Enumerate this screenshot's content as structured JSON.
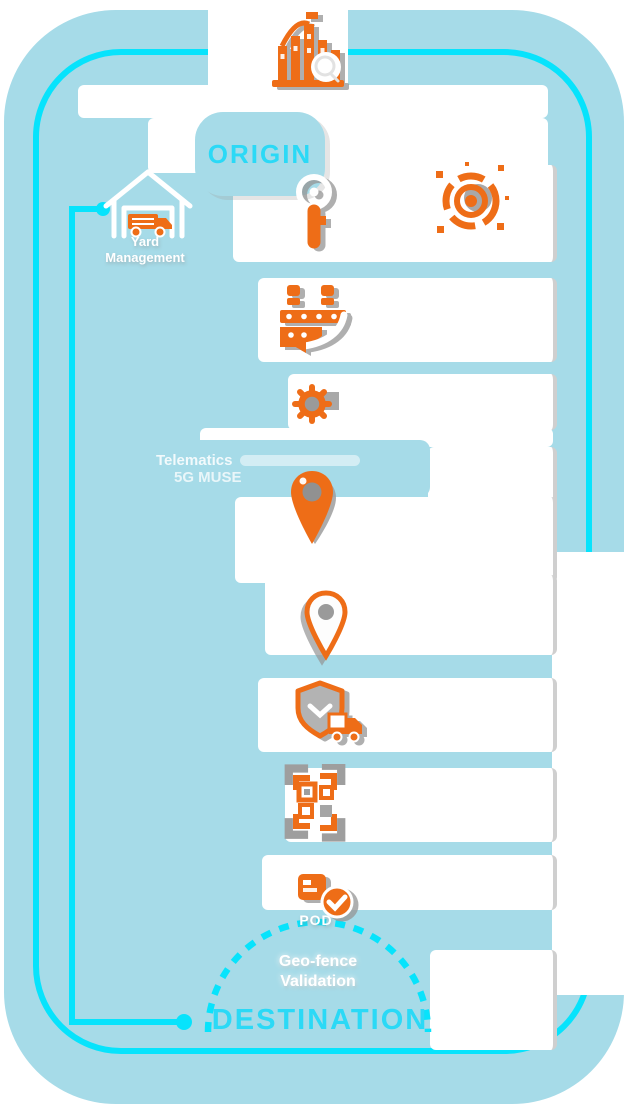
{
  "palette": {
    "background_blue": "#a6dbe8",
    "border_cyan": "#07e3fc",
    "accent_orange": "#ee6d17",
    "label_white": "#ffffff",
    "cyan_text": "#2bd9f6",
    "shadow_gray": "#9e9e9e"
  },
  "flow": {
    "origin": "ORIGIN",
    "destination": "DESTINATION",
    "geofence_line1": "Geo-fence",
    "geofence_line2": "Validation",
    "pod": "POD"
  },
  "stations": {
    "yard_line1": "Yard",
    "yard_line2": "Management",
    "telematics_line1": "Telematics",
    "telematics_line2": "5G MUSE"
  },
  "icons": [
    "factory-icon",
    "scan-badge-icon",
    "magnifier-icon",
    "gps-target-icon",
    "warehouse-truck-icon",
    "loading-dock-icon",
    "gear-icon",
    "location-pin-icon",
    "pin-outline-icon",
    "shield-truck-icon",
    "qr-code-icon",
    "pod-check-icon"
  ]
}
